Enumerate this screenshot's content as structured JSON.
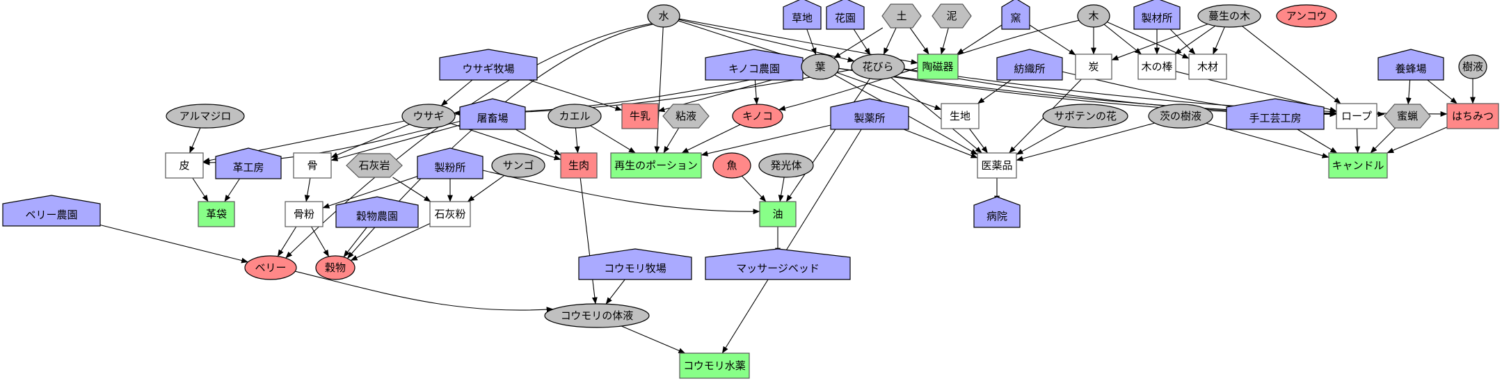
{
  "diagram": {
    "type": "directed-graph",
    "colors": {
      "resource": "#c0c0c0",
      "building": "#aaaaff",
      "product": "#88ff88",
      "food": "#ff8888",
      "intermediate": "#ffffff"
    },
    "nodes": [
      {
        "id": "water",
        "label": "水",
        "kind": "resource",
        "shape": "ellipse"
      },
      {
        "id": "grassland",
        "label": "草地",
        "kind": "building",
        "shape": "house"
      },
      {
        "id": "flowergarden",
        "label": "花園",
        "kind": "building",
        "shape": "house"
      },
      {
        "id": "soil",
        "label": "土",
        "kind": "resource",
        "shape": "hexagon"
      },
      {
        "id": "mud",
        "label": "泥",
        "kind": "resource",
        "shape": "hexagon"
      },
      {
        "id": "kiln",
        "label": "窯",
        "kind": "building",
        "shape": "house"
      },
      {
        "id": "wood",
        "label": "木",
        "kind": "resource",
        "shape": "ellipse"
      },
      {
        "id": "sawmill",
        "label": "製材所",
        "kind": "building",
        "shape": "house"
      },
      {
        "id": "vinetree",
        "label": "蔓生の木",
        "kind": "resource",
        "shape": "ellipse"
      },
      {
        "id": "anglerfish",
        "label": "アンコウ",
        "kind": "food",
        "shape": "ellipse"
      },
      {
        "id": "rabbitranch",
        "label": "ウサギ牧場",
        "kind": "building",
        "shape": "house"
      },
      {
        "id": "mushroomfarm",
        "label": "キノコ農園",
        "kind": "building",
        "shape": "house"
      },
      {
        "id": "leaf",
        "label": "葉",
        "kind": "resource",
        "shape": "ellipse"
      },
      {
        "id": "petal",
        "label": "花びら",
        "kind": "resource",
        "shape": "ellipse"
      },
      {
        "id": "ceramic",
        "label": "陶磁器",
        "kind": "product",
        "shape": "box"
      },
      {
        "id": "textilemill",
        "label": "紡織所",
        "kind": "building",
        "shape": "house"
      },
      {
        "id": "charcoal",
        "label": "炭",
        "kind": "intermediate",
        "shape": "box"
      },
      {
        "id": "stick",
        "label": "木の棒",
        "kind": "intermediate",
        "shape": "box"
      },
      {
        "id": "lumber",
        "label": "木材",
        "kind": "intermediate",
        "shape": "box"
      },
      {
        "id": "apiary",
        "label": "養蜂場",
        "kind": "building",
        "shape": "house"
      },
      {
        "id": "sap",
        "label": "樹液",
        "kind": "resource",
        "shape": "ellipse"
      },
      {
        "id": "armadillo",
        "label": "アルマジロ",
        "kind": "resource",
        "shape": "ellipse"
      },
      {
        "id": "rabbit",
        "label": "ウサギ",
        "kind": "resource",
        "shape": "ellipse"
      },
      {
        "id": "slaughterhouse",
        "label": "屠畜場",
        "kind": "building",
        "shape": "house"
      },
      {
        "id": "frog",
        "label": "カエル",
        "kind": "resource",
        "shape": "ellipse"
      },
      {
        "id": "milk",
        "label": "牛乳",
        "kind": "food",
        "shape": "box"
      },
      {
        "id": "slime",
        "label": "粘液",
        "kind": "resource",
        "shape": "hexagon"
      },
      {
        "id": "mushroom",
        "label": "キノコ",
        "kind": "food",
        "shape": "ellipse"
      },
      {
        "id": "pharmacy",
        "label": "製薬所",
        "kind": "building",
        "shape": "house"
      },
      {
        "id": "fabric",
        "label": "生地",
        "kind": "intermediate",
        "shape": "box"
      },
      {
        "id": "cactusflower",
        "label": "サボテンの花",
        "kind": "resource",
        "shape": "ellipse"
      },
      {
        "id": "thornsap",
        "label": "茨の樹液",
        "kind": "resource",
        "shape": "ellipse"
      },
      {
        "id": "craftworkshop",
        "label": "手工芸工房",
        "kind": "building",
        "shape": "house"
      },
      {
        "id": "rope",
        "label": "ロープ",
        "kind": "intermediate",
        "shape": "box"
      },
      {
        "id": "beeswax",
        "label": "蜜蝋",
        "kind": "resource",
        "shape": "hexagon"
      },
      {
        "id": "honey",
        "label": "はちみつ",
        "kind": "food",
        "shape": "box"
      },
      {
        "id": "hide",
        "label": "皮",
        "kind": "intermediate",
        "shape": "box"
      },
      {
        "id": "tannery",
        "label": "革工房",
        "kind": "building",
        "shape": "house"
      },
      {
        "id": "bone",
        "label": "骨",
        "kind": "intermediate",
        "shape": "box"
      },
      {
        "id": "limestone",
        "label": "石灰岩",
        "kind": "resource",
        "shape": "hexagon"
      },
      {
        "id": "flourmill",
        "label": "製粉所",
        "kind": "building",
        "shape": "house"
      },
      {
        "id": "coral",
        "label": "サンゴ",
        "kind": "resource",
        "shape": "ellipse"
      },
      {
        "id": "rawmeat",
        "label": "生肉",
        "kind": "food",
        "shape": "box"
      },
      {
        "id": "regenpotion",
        "label": "再生のポーション",
        "kind": "product",
        "shape": "box"
      },
      {
        "id": "fish",
        "label": "魚",
        "kind": "food",
        "shape": "ellipse"
      },
      {
        "id": "glowbody",
        "label": "発光体",
        "kind": "resource",
        "shape": "ellipse"
      },
      {
        "id": "medicine",
        "label": "医薬品",
        "kind": "intermediate",
        "shape": "box"
      },
      {
        "id": "candle",
        "label": "キャンドル",
        "kind": "product",
        "shape": "box"
      },
      {
        "id": "berryfarm",
        "label": "ベリー農園",
        "kind": "building",
        "shape": "house"
      },
      {
        "id": "leatherbag",
        "label": "革袋",
        "kind": "product",
        "shape": "box"
      },
      {
        "id": "bonemeal",
        "label": "骨粉",
        "kind": "intermediate",
        "shape": "box"
      },
      {
        "id": "grainfarm",
        "label": "穀物農園",
        "kind": "building",
        "shape": "house"
      },
      {
        "id": "limepowder",
        "label": "石灰粉",
        "kind": "intermediate",
        "shape": "box"
      },
      {
        "id": "oil",
        "label": "油",
        "kind": "product",
        "shape": "box"
      },
      {
        "id": "hospital",
        "label": "病院",
        "kind": "building",
        "shape": "house"
      },
      {
        "id": "berry",
        "label": "ベリー",
        "kind": "food",
        "shape": "ellipse"
      },
      {
        "id": "grain",
        "label": "穀物",
        "kind": "food",
        "shape": "ellipse"
      },
      {
        "id": "batranch",
        "label": "コウモリ牧場",
        "kind": "building",
        "shape": "house"
      },
      {
        "id": "massagebed",
        "label": "マッサージベッド",
        "kind": "building",
        "shape": "house"
      },
      {
        "id": "batfluid",
        "label": "コウモリの体液",
        "kind": "resource",
        "shape": "ellipse"
      },
      {
        "id": "batpotion",
        "label": "コウモリ水薬",
        "kind": "product",
        "shape": "box"
      }
    ],
    "edges": [
      [
        "water",
        "berry"
      ],
      [
        "water",
        "grain"
      ],
      [
        "water",
        "regenpotion"
      ],
      [
        "water",
        "leaf"
      ],
      [
        "water",
        "petal"
      ],
      [
        "water",
        "ceramic"
      ],
      [
        "grassland",
        "leaf"
      ],
      [
        "flowergarden",
        "petal"
      ],
      [
        "soil",
        "leaf"
      ],
      [
        "soil",
        "petal"
      ],
      [
        "soil",
        "ceramic"
      ],
      [
        "mud",
        "ceramic"
      ],
      [
        "kiln",
        "ceramic"
      ],
      [
        "kiln",
        "charcoal"
      ],
      [
        "wood",
        "charcoal"
      ],
      [
        "wood",
        "stick"
      ],
      [
        "wood",
        "lumber"
      ],
      [
        "wood",
        "mushroom"
      ],
      [
        "sawmill",
        "stick"
      ],
      [
        "sawmill",
        "lumber"
      ],
      [
        "vinetree",
        "charcoal"
      ],
      [
        "vinetree",
        "stick"
      ],
      [
        "vinetree",
        "lumber"
      ],
      [
        "vinetree",
        "rope"
      ],
      [
        "rabbitranch",
        "rabbit"
      ],
      [
        "rabbitranch",
        "milk"
      ],
      [
        "mushroomfarm",
        "mushroom"
      ],
      [
        "leaf",
        "rabbit"
      ],
      [
        "leaf",
        "milk"
      ],
      [
        "leaf",
        "fabric"
      ],
      [
        "leaf",
        "medicine"
      ],
      [
        "leaf",
        "rope"
      ],
      [
        "leaf",
        "beeswax"
      ],
      [
        "petal",
        "rabbit"
      ],
      [
        "petal",
        "oil"
      ],
      [
        "petal",
        "medicine"
      ],
      [
        "petal",
        "rope"
      ],
      [
        "petal",
        "honey"
      ],
      [
        "textilemill",
        "fabric"
      ],
      [
        "textilemill",
        "rope"
      ],
      [
        "charcoal",
        "medicine"
      ],
      [
        "stick",
        "rope"
      ],
      [
        "apiary",
        "beeswax"
      ],
      [
        "apiary",
        "honey"
      ],
      [
        "sap",
        "honey"
      ],
      [
        "armadillo",
        "hide"
      ],
      [
        "rabbit",
        "hide"
      ],
      [
        "rabbit",
        "bone"
      ],
      [
        "rabbit",
        "rawmeat"
      ],
      [
        "slaughterhouse",
        "hide"
      ],
      [
        "slaughterhouse",
        "bone"
      ],
      [
        "slaughterhouse",
        "rawmeat"
      ],
      [
        "frog",
        "rawmeat"
      ],
      [
        "frog",
        "regenpotion"
      ],
      [
        "slime",
        "regenpotion"
      ],
      [
        "mushroom",
        "regenpotion"
      ],
      [
        "pharmacy",
        "regenpotion"
      ],
      [
        "pharmacy",
        "medicine"
      ],
      [
        "pharmacy",
        "batpotion"
      ],
      [
        "fabric",
        "medicine"
      ],
      [
        "cactusflower",
        "medicine"
      ],
      [
        "thornsap",
        "medicine"
      ],
      [
        "thornsap",
        "candle"
      ],
      [
        "craftworkshop",
        "candle"
      ],
      [
        "rope",
        "candle"
      ],
      [
        "beeswax",
        "candle"
      ],
      [
        "honey",
        "candle"
      ],
      [
        "hide",
        "leatherbag"
      ],
      [
        "tannery",
        "leatherbag"
      ],
      [
        "bone",
        "bonemeal"
      ],
      [
        "limestone",
        "limepowder"
      ],
      [
        "flourmill",
        "bonemeal"
      ],
      [
        "flourmill",
        "limepowder"
      ],
      [
        "flourmill",
        "oil"
      ],
      [
        "coral",
        "limepowder"
      ],
      [
        "rawmeat",
        "batfluid"
      ],
      [
        "fish",
        "oil"
      ],
      [
        "glowbody",
        "oil"
      ],
      [
        "medicine",
        "hospital"
      ],
      [
        "berryfarm",
        "berry"
      ],
      [
        "bonemeal",
        "berry"
      ],
      [
        "bonemeal",
        "grain"
      ],
      [
        "grainfarm",
        "grain"
      ],
      [
        "limepowder",
        "grain"
      ],
      [
        "oil",
        "massagebed"
      ],
      [
        "berry",
        "batfluid"
      ],
      [
        "batranch",
        "batfluid"
      ],
      [
        "batfluid",
        "batpotion"
      ]
    ]
  }
}
